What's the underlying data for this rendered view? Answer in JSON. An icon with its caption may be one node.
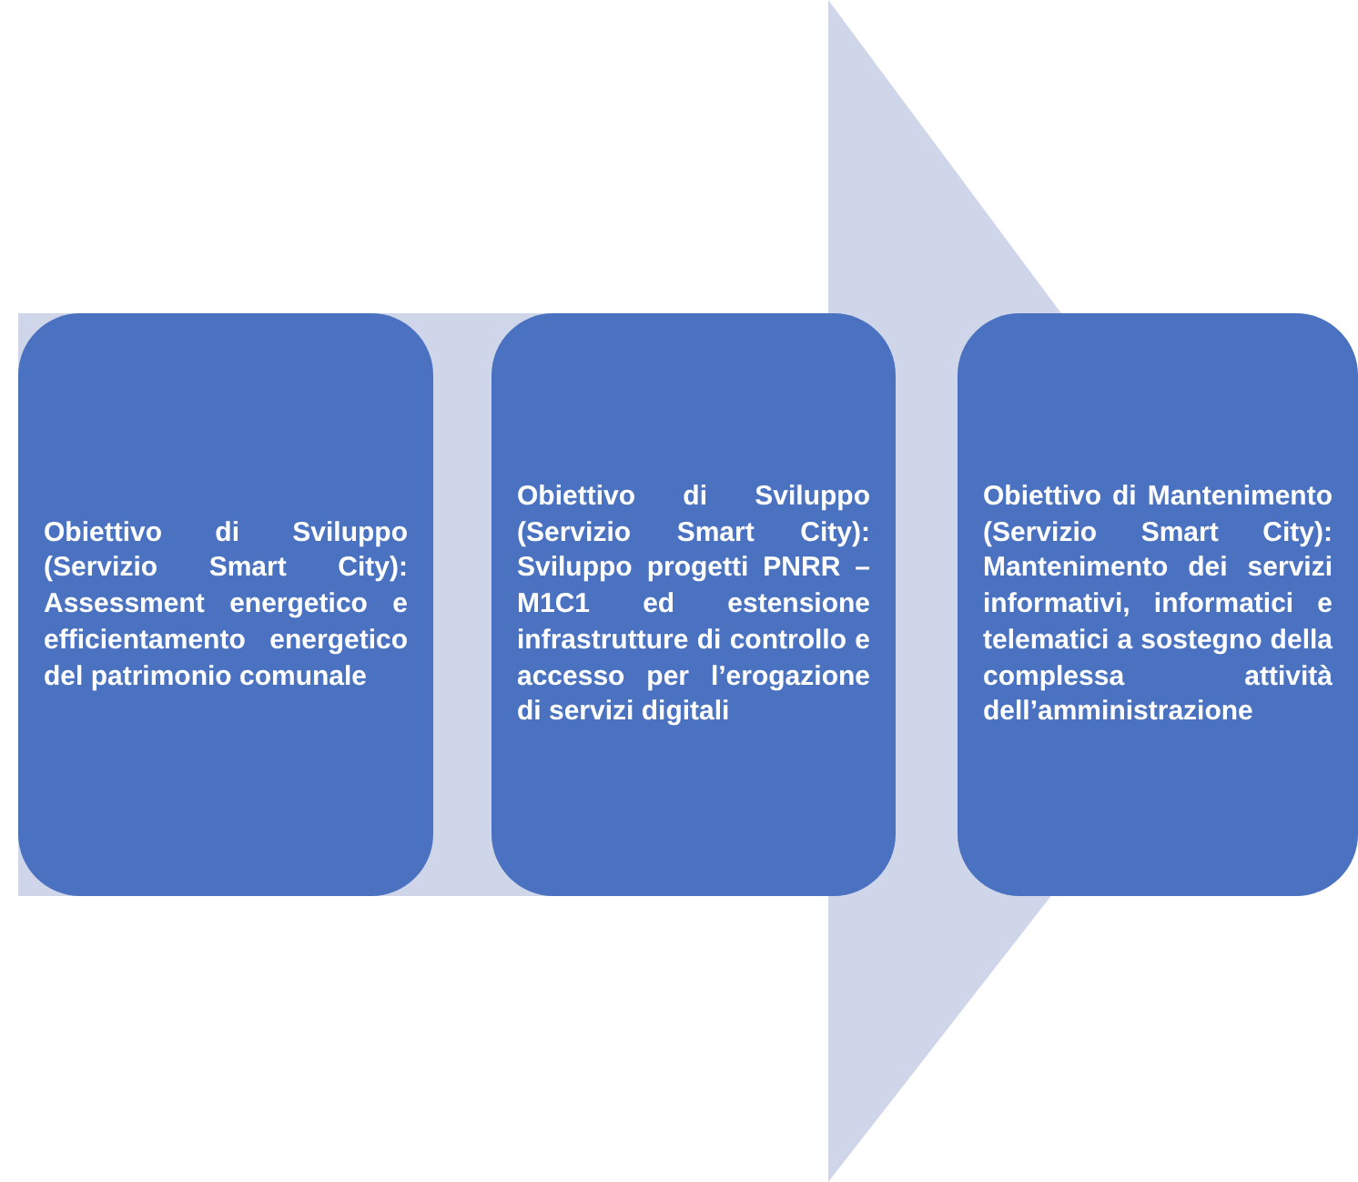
{
  "diagram": {
    "nodes": [
      {
        "text": [
          "Obiettivo di Sviluppo (Servizio Smart City): Assessment energetico e efficientamento energetico del patrimonio comunale"
        ]
      },
      {
        "text": [
          "Obiettivo di Sviluppo (Servizio Smart City): Sviluppo progetti PNRR – M1C1 ed estensione infrastrutture di controllo e accesso per l’erogazione di servizi digitali"
        ]
      },
      {
        "text": [
          "Obiettivo di Mantenimento (Servizio Smart City): Mantenimento dei servizi informativi, informatici e telematici a sostegno della complessa attività dell’amministrazione"
        ]
      }
    ],
    "edges": [
      {
        "from": 0,
        "to": 2,
        "arrow": "to"
      }
    ]
  }
}
